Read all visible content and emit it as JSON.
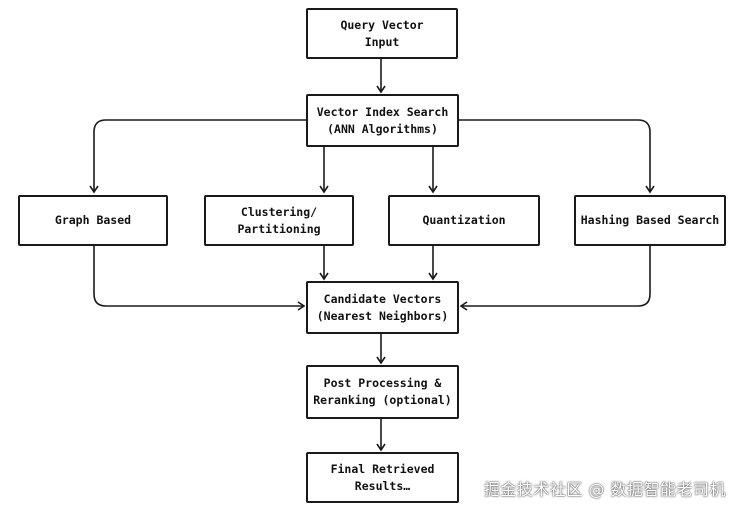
{
  "nodes": {
    "query": [
      "Query Vector",
      "Input"
    ],
    "index": [
      "Vector Index Search",
      "(ANN Algorithms)"
    ],
    "graph": [
      "Graph Based"
    ],
    "clustering": [
      "Clustering/",
      "Partitioning"
    ],
    "quantization": [
      "Quantization"
    ],
    "hashing": [
      "Hashing Based Search"
    ],
    "candidate": [
      "Candidate Vectors",
      "(Nearest Neighbors)"
    ],
    "post": [
      "Post Processing &",
      "Reranking (optional)"
    ],
    "final": [
      "Final Retrieved",
      "Results…"
    ]
  },
  "watermark": "掘金技术社区 @ 数据智能老司机",
  "colors": {
    "stroke": "#1a1a1a",
    "background": "#ffffff"
  }
}
